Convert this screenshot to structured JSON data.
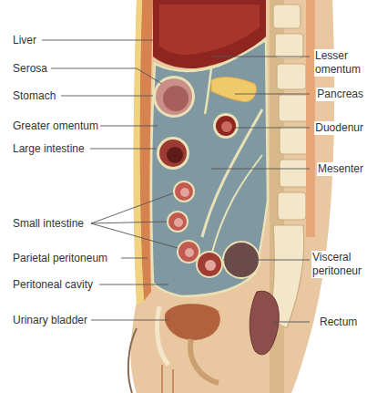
{
  "diagram": {
    "labels": [
      "Liver",
      "Serosa",
      "Stomach",
      "Greater omentum",
      "Large intestine",
      "Small intestine",
      "Parietal peritoneum",
      "Peritoneal cavity",
      "Urinary bladder",
      "Lesser omentum",
      "Pancreas",
      "Duodenur",
      "Mesenter",
      "Visceral peritoneur",
      "Rectum"
    ]
  }
}
